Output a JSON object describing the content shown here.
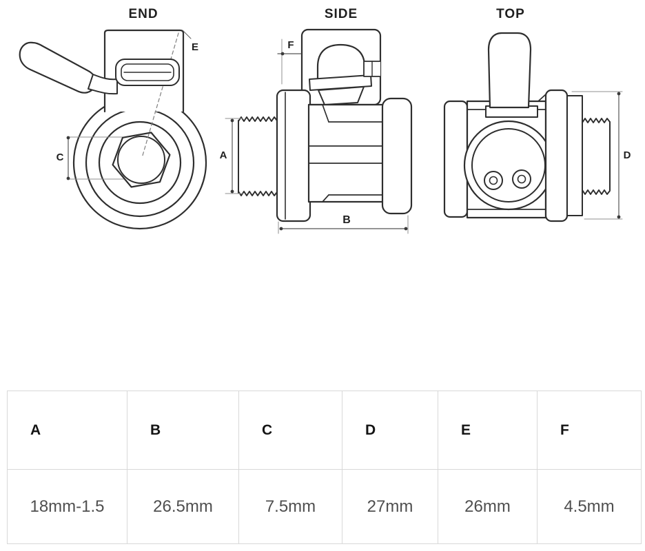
{
  "title_labels": {
    "end": "END",
    "side": "SIDE",
    "top": "TOP"
  },
  "dim_labels": {
    "a": "A",
    "b": "B",
    "c": "C",
    "d": "D",
    "e": "E",
    "f": "F"
  },
  "table": {
    "headers": [
      "A",
      "B",
      "C",
      "D",
      "E",
      "F"
    ],
    "values": [
      "18mm-1.5",
      "26.5mm",
      "7.5mm",
      "27mm",
      "26mm",
      "4.5mm"
    ]
  },
  "colors": {
    "outline": "#2e2e2e",
    "dim_line": "#555555",
    "extension_line": "#8f8f8f",
    "table_border": "#d8d8d8",
    "header_text": "#141414",
    "value_text": "#4f4f4f",
    "background": "#ffffff"
  }
}
